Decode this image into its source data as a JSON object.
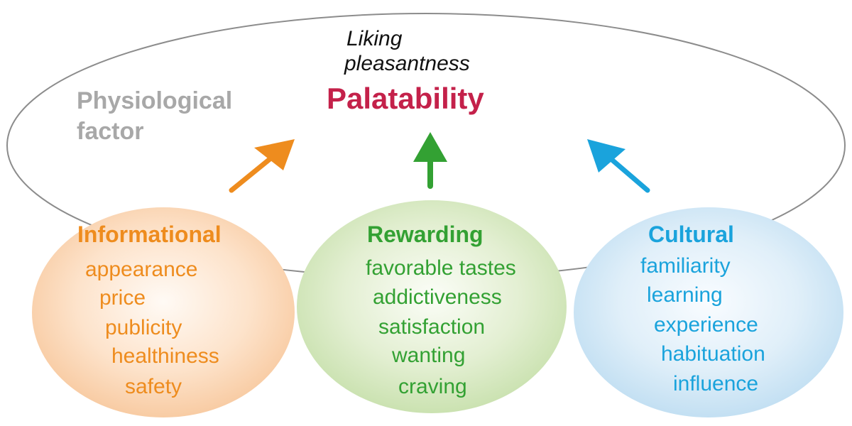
{
  "colors": {
    "palatability": "#c4214a",
    "informational": "#ee8c1e",
    "rewarding": "#33a133",
    "cultural": "#1aa3dc",
    "physiological": "#a8a8a8"
  },
  "top": {
    "liking": "Liking",
    "pleasantness": "pleasantness",
    "palatability": "Palatability",
    "physiological_line1": "Physiological",
    "physiological_line2": "factor"
  },
  "informational": {
    "title": "Informational",
    "items": [
      "appearance",
      "price",
      "publicity",
      "healthiness",
      "safety"
    ]
  },
  "rewarding": {
    "title": "Rewarding",
    "items": [
      "favorable tastes",
      "addictiveness",
      "satisfaction",
      "wanting",
      "craving"
    ]
  },
  "cultural": {
    "title": "Cultural",
    "items": [
      "familiarity",
      "learning",
      "experience",
      "habituation",
      "influence"
    ]
  },
  "arrows": [
    {
      "icon": "arrow-up-right-icon",
      "color": "#ee8c1e"
    },
    {
      "icon": "arrow-up-icon",
      "color": "#33a133"
    },
    {
      "icon": "arrow-up-left-icon",
      "color": "#1aa3dc"
    }
  ]
}
